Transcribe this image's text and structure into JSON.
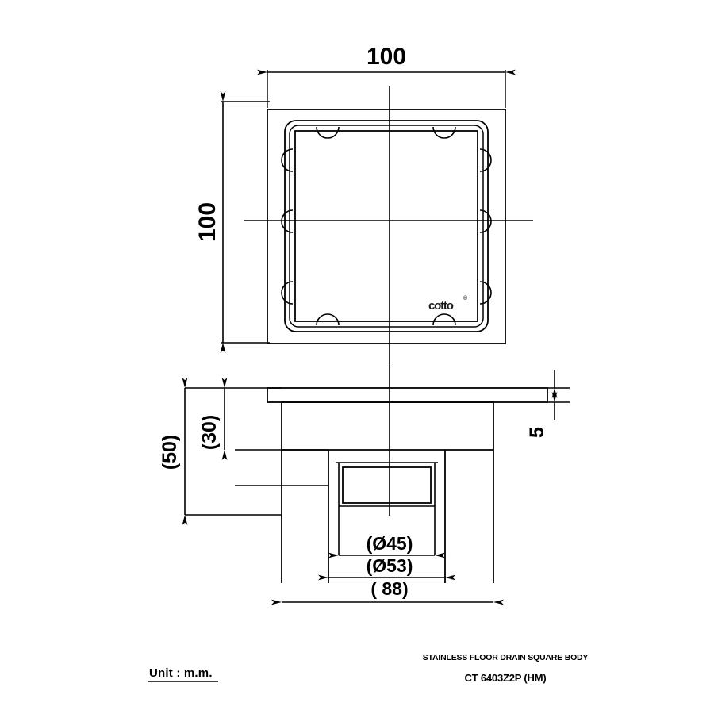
{
  "drawing": {
    "title_line1": "STAINLESS FLOOR DRAIN SQUARE BODY",
    "title_line2": "CT 6403Z2P (HM)",
    "unit_label": "Unit : m.m.",
    "brand_logo": "cotto",
    "brand_logo_sup": "®",
    "line_color": "#000000",
    "background_color": "#ffffff"
  },
  "plan_view": {
    "name": "top-view",
    "dim_width": "100",
    "dim_height": "100"
  },
  "section_view": {
    "name": "front-section-view",
    "dim_flange_thickness": "5",
    "dim_total_height": "(50)",
    "dim_body_height": "(30)",
    "dim_outlet_inner": "(Ø45)",
    "dim_outlet_outer": "(Ø53)",
    "dim_body_width": "( 88)"
  }
}
